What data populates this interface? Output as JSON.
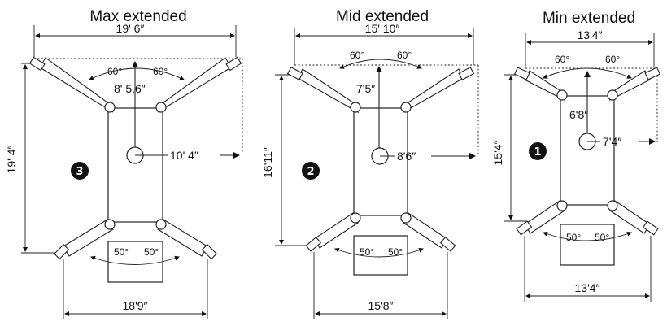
{
  "colors": {
    "ink": "#111111",
    "badge": "#111111",
    "background": "#ffffff"
  },
  "lifts": [
    {
      "badge": "3",
      "title": "Max extended",
      "top_width": "19' 6″",
      "height": "19' 4″",
      "bottom_width": "18'9″",
      "vertical_reach": "8' 5.6″",
      "horizontal_reach": "10' 4″",
      "top_angle_left": "60°",
      "top_angle_right": "60°",
      "bottom_angle_left": "50°",
      "bottom_angle_right": "50°"
    },
    {
      "badge": "2",
      "title": "Mid extended",
      "top_width": "15' 10″",
      "height": "16'11″",
      "bottom_width": "15'8″",
      "vertical_reach": "7'5″",
      "horizontal_reach": "8'6″",
      "top_angle_left": "60°",
      "top_angle_right": "60°",
      "bottom_angle_left": "50°",
      "bottom_angle_right": "50°"
    },
    {
      "badge": "1",
      "title": "Min extended",
      "top_width": "13'4″",
      "height": "15'4″",
      "bottom_width": "13'4″",
      "vertical_reach": "6'8″",
      "horizontal_reach": "7'4″",
      "top_angle_left": "60°",
      "top_angle_right": "60°",
      "bottom_angle_left": "50°",
      "bottom_angle_right": "50°"
    }
  ]
}
